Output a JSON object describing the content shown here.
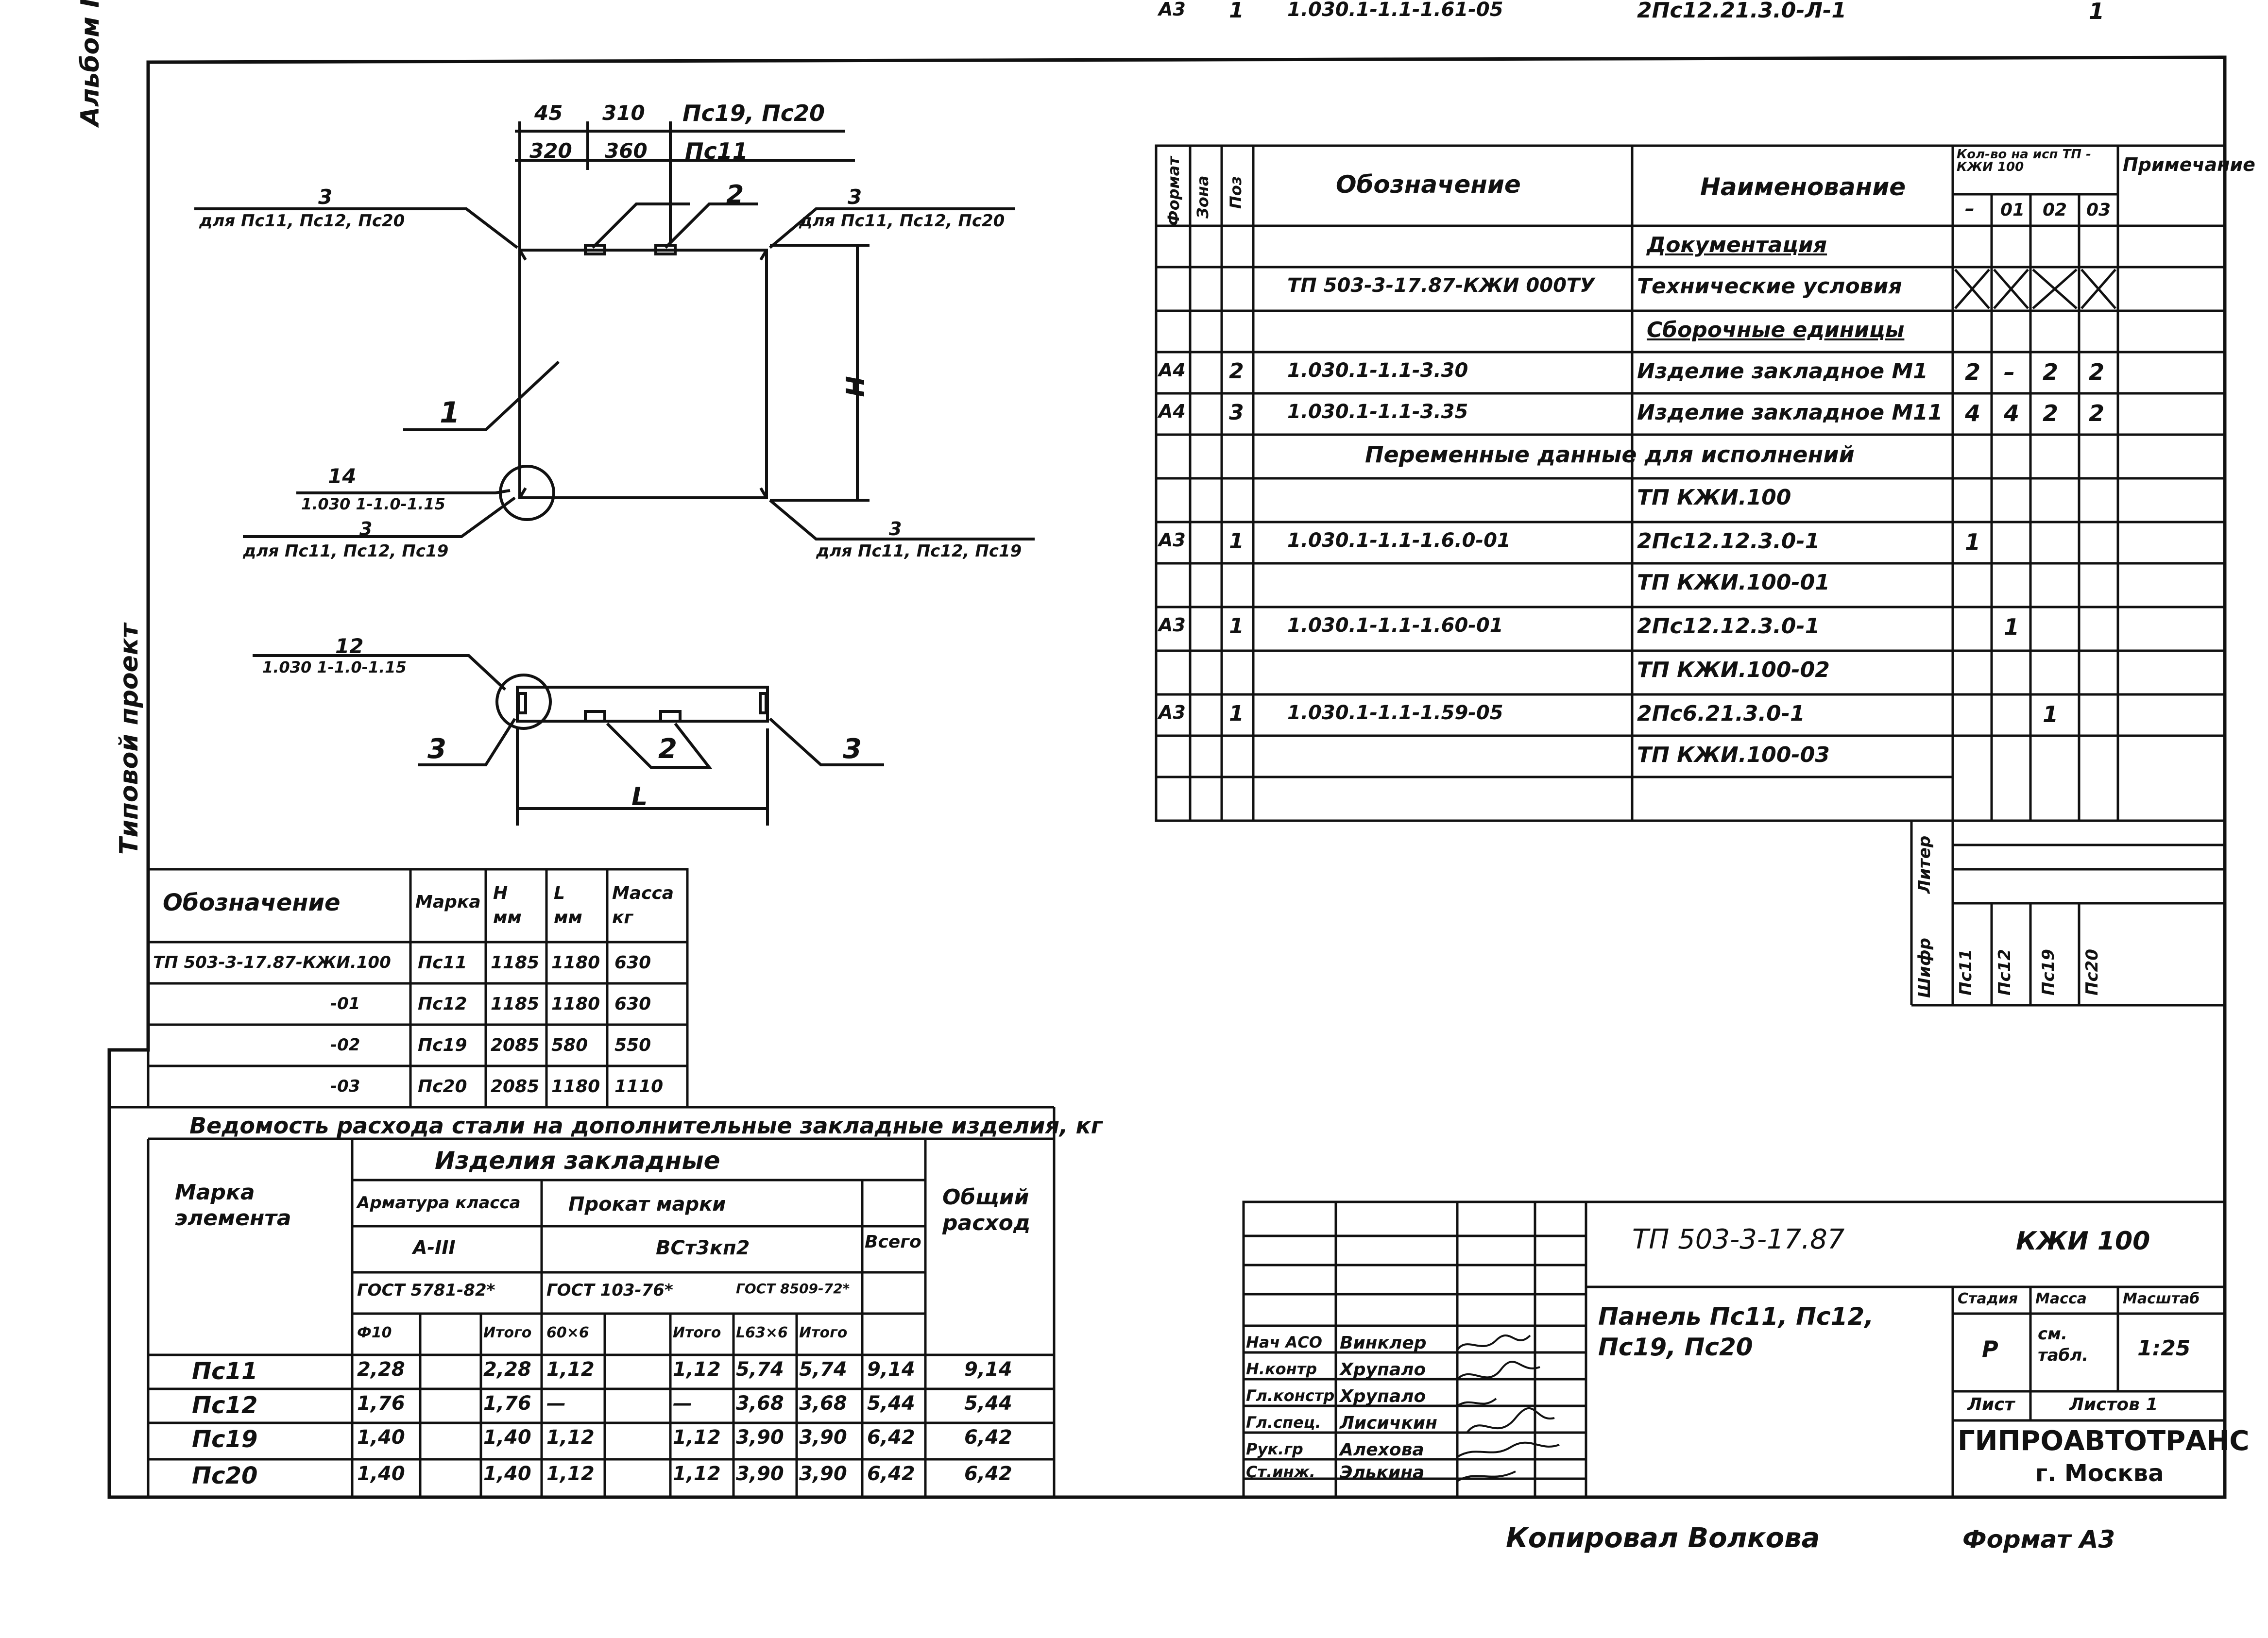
{
  "side": {
    "album": "Альбом III",
    "project": "Типовой проект"
  },
  "drawing": {
    "dims_top1": [
      "45",
      "310",
      "Пс19, Пс20"
    ],
    "dims_top2": [
      "320",
      "360",
      "Пс11"
    ],
    "lbl_3_left": "3",
    "lbl_3_left_sub": "для Пс11, Пс12, Пс20",
    "lbl_2": "2",
    "lbl_3_right": "3",
    "lbl_3_right_sub": "для Пс11, Пс12, Пс20",
    "lbl_H": "H",
    "lbl_1": "1",
    "lbl_14": "14",
    "lbl_14_sub": "1.030 1-1.0-1.15",
    "lbl_3_bl": "3",
    "lbl_3_bl_sub": "для Пс11, Пс12, Пс19",
    "lbl_3_br": "3",
    "lbl_3_br_sub": "для Пс11, Пс12, Пс19",
    "lbl_12": "12",
    "lbl_12_sub": "1.030 1-1.0-1.15",
    "lbl_3_sl": "3",
    "lbl_2_s": "2",
    "lbl_3_sr": "3",
    "lbl_L": "L"
  },
  "spec": {
    "head": {
      "format": "Формат",
      "zone": "Зона",
      "pos": "Поз",
      "designation": "Обозначение",
      "name": "Наименование",
      "qty": "Кол-во на исп ТП - КЖИ 100",
      "note": "Примечание",
      "cols": [
        "–",
        "01",
        "02",
        "03"
      ]
    },
    "rows": [
      {
        "f": "",
        "p": "",
        "d": "",
        "n": "Документация",
        "q": [
          "",
          "",
          "",
          ""
        ],
        "u": true
      },
      {
        "f": "",
        "p": "",
        "d": "ТП 503-3-17.87-КЖИ 000ТУ",
        "n": "Технические условия",
        "q": [
          "X",
          "X",
          "X",
          "X"
        ]
      },
      {
        "f": "",
        "p": "",
        "d": "",
        "n": "Сборочные единицы",
        "q": [
          "",
          "",
          "",
          ""
        ],
        "u": true
      },
      {
        "f": "А4",
        "p": "2",
        "d": "1.030.1-1.1-3.30",
        "n": "Изделие закладное М1",
        "q": [
          "2",
          "–",
          "2",
          "2"
        ]
      },
      {
        "f": "А4",
        "p": "3",
        "d": "1.030.1-1.1-3.35",
        "n": "Изделие закладное М11",
        "q": [
          "4",
          "4",
          "2",
          "2"
        ]
      },
      {
        "f": "",
        "p": "",
        "d": "Переменные данные для исполнений",
        "n": "",
        "q": [
          "",
          "",
          "",
          ""
        ],
        "span": true
      },
      {
        "f": "",
        "p": "",
        "d": "",
        "n": "ТП  КЖИ.100",
        "q": [
          "",
          "",
          "",
          ""
        ]
      },
      {
        "f": "А3",
        "p": "1",
        "d": "1.030.1-1.1-1.6.0-01",
        "n": "2Пс12.12.3.0-1",
        "q": [
          "1",
          "",
          "",
          ""
        ]
      },
      {
        "f": "",
        "p": "",
        "d": "",
        "n": "ТП  КЖИ.100-01",
        "q": [
          "",
          "",
          "",
          ""
        ]
      },
      {
        "f": "А3",
        "p": "1",
        "d": "1.030.1-1.1-1.60-01",
        "n": "2Пс12.12.3.0-1",
        "q": [
          "",
          "1",
          "",
          ""
        ]
      },
      {
        "f": "",
        "p": "",
        "d": "",
        "n": "ТП  КЖИ.100-02",
        "q": [
          "",
          "",
          "",
          ""
        ]
      },
      {
        "f": "А3",
        "p": "1",
        "d": "1.030.1-1.1-1.59-05",
        "n": "2Пс6.21.3.0-1",
        "q": [
          "",
          "",
          "1",
          ""
        ]
      },
      {
        "f": "",
        "p": "",
        "d": "",
        "n": "ТП  КЖИ.100-03",
        "q": [
          "",
          "",
          "",
          ""
        ]
      },
      {
        "f": "А3",
        "p": "1",
        "d": "1.030.1-1.1-1.61-05",
        "n": "2Пс12.21.3.0-Л-1",
        "q": [
          "",
          "",
          "",
          "1"
        ]
      }
    ],
    "liter": "Литер",
    "shifr": "Шифр",
    "marks": [
      "Пс11",
      "Пс12",
      "Пс19",
      "Пс20"
    ]
  },
  "marks_table": {
    "head": [
      "Обозначение",
      "Марка",
      "H мм",
      "L мм",
      "Масса кг"
    ],
    "rows": [
      [
        "ТП 503-3-17.87-КЖИ.100",
        "Пс11",
        "1185",
        "1180",
        "630"
      ],
      [
        "-01",
        "Пс12",
        "1185",
        "1180",
        "630"
      ],
      [
        "-02",
        "Пс19",
        "2085",
        "580",
        "550"
      ],
      [
        "-03",
        "Пс20",
        "2085",
        "1180",
        "1110"
      ]
    ]
  },
  "steel": {
    "title": "Ведомость расхода стали на дополнительные закладные изделия, кг",
    "h_mark": "Марка элемента",
    "h_items": "Изделия закладные",
    "h_arm": "Арматура класса",
    "h_arm_cls": "А-III",
    "h_arm_gost": "ГОСТ 5781-82*",
    "h_prok": "Прокат марки",
    "h_prok_mark": "ВСт3кп2",
    "h_gost103": "ГОСТ 103-76*",
    "h_gost8509": "ГОСТ 8509-72*",
    "h_total": "Всего",
    "h_sum": "Общий расход",
    "sub": [
      "Ф10",
      "",
      "Итого",
      "60×6",
      "",
      "Итого",
      "L63×6",
      "Итого"
    ],
    "rows": [
      [
        "Пс11",
        "2,28",
        "",
        "2,28",
        "1,12",
        "",
        "1,12",
        "5,74",
        "5,74",
        "9,14",
        "9,14"
      ],
      [
        "Пс12",
        "1,76",
        "",
        "1,76",
        "—",
        "",
        "—",
        "3,68",
        "3,68",
        "5,44",
        "5,44"
      ],
      [
        "Пс19",
        "1,40",
        "",
        "1,40",
        "1,12",
        "",
        "1,12",
        "3,90",
        "3,90",
        "6,42",
        "6,42"
      ],
      [
        "Пс20",
        "1,40",
        "",
        "1,40",
        "1,12",
        "",
        "1,12",
        "3,90",
        "3,90",
        "6,42",
        "6,42"
      ]
    ]
  },
  "stamp": {
    "code": "ТП 503-3-17.87",
    "sheet_code": "КЖИ 100",
    "title": "Панель Пс11, Пс12, Пс19, Пс20",
    "stage_h": "Стадия",
    "mass_h": "Масса",
    "scale_h": "Масштаб",
    "stage": "Р",
    "mass": "см. табл.",
    "scale": "1:25",
    "sheet": "Лист",
    "sheets": "Листов 1",
    "org": "ГИПРОАВТОТРАНС",
    "city": "г. Москва",
    "people": [
      [
        "Нач АСО",
        "Винклер"
      ],
      [
        "Н.контр",
        "Хрупало"
      ],
      [
        "Гл.констр",
        "Хрупало"
      ],
      [
        "Гл.спец.",
        "Лисичкин"
      ],
      [
        "Рук.гр",
        "Алехова"
      ],
      [
        "Ст.инж.",
        "Элькина"
      ]
    ]
  },
  "footer": {
    "copied": "Копировал Волкова",
    "format": "Формат А3"
  }
}
